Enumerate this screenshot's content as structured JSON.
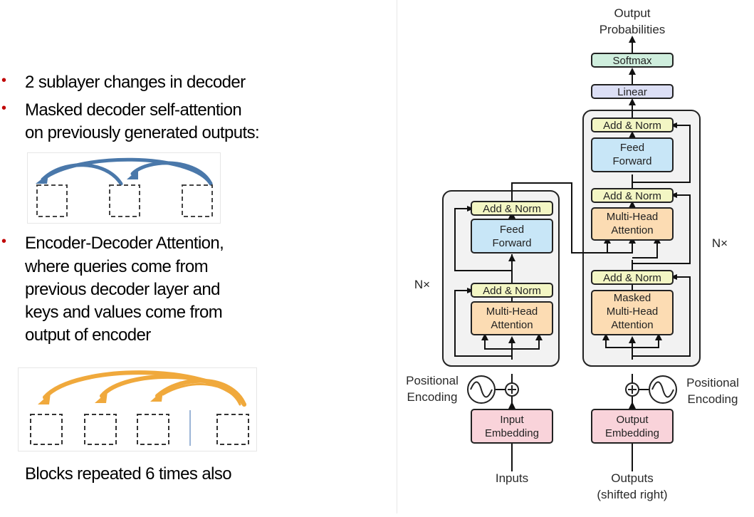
{
  "left": {
    "bullets": [
      {
        "lines": [
          "2 sublayer changes in decoder"
        ]
      },
      {
        "lines": [
          "Masked decoder self-attention",
          "on previously generated outputs:"
        ]
      },
      {
        "lines": [
          "Encoder-Decoder Attention,",
          "where queries come from",
          "previous decoder layer and",
          "keys and values come from",
          "output of encoder"
        ]
      }
    ],
    "footer": "Blocks repeated 6 times also",
    "colors": {
      "bullet": "#c00000",
      "blue_arrows": "#4a78aa",
      "orange_arrows": "#f0a93c"
    }
  },
  "diagram": {
    "output_probabilities": [
      "Output",
      "Probabilities"
    ],
    "softmax": "Softmax",
    "linear": "Linear",
    "add_norm": "Add & Norm",
    "feed_forward": [
      "Feed",
      "Forward"
    ],
    "multi_head_attention": [
      "Multi-Head",
      "Attention"
    ],
    "masked_multi_head_attention": [
      "Masked",
      "Multi-Head",
      "Attention"
    ],
    "nx": "N×",
    "positional_encoding": [
      "Positional",
      "Encoding"
    ],
    "input_embedding": [
      "Input",
      "Embedding"
    ],
    "output_embedding": [
      "Output",
      "Embedding"
    ],
    "inputs": "Inputs",
    "outputs": [
      "Outputs",
      "(shifted right)"
    ],
    "colors": {
      "add_norm": "#f3f6c4",
      "feed_forward": "#c8e6f7",
      "attention": "#fcdcb3",
      "embedding": "#f9d3da",
      "linear": "#dcdff5",
      "softmax": "#cfeedd",
      "stack_bg": "#f2f2f2"
    }
  }
}
